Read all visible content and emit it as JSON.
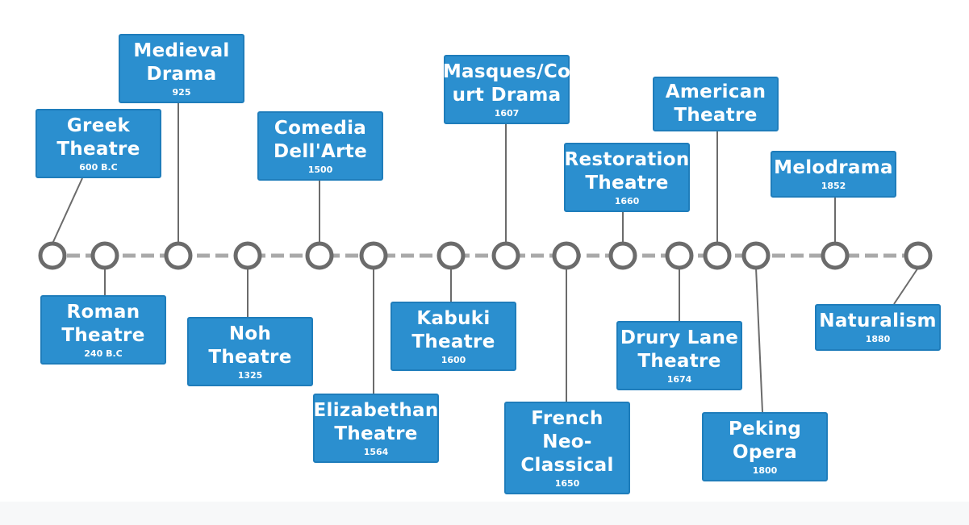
{
  "colors": {
    "box_fill": "#2b8fcf",
    "box_border": "#1f7dbb",
    "connector": "#6b6b6b",
    "axis": "#a9a9a9",
    "node_stroke": "#6b6b6b",
    "node_fill": "#ffffff",
    "text": "#ffffff"
  },
  "events": [
    {
      "id": "greek-theatre",
      "title": "Greek\nTheatre",
      "date": "600 B.C"
    },
    {
      "id": "roman-theatre",
      "title": "Roman\nTheatre",
      "date": "240 B.C"
    },
    {
      "id": "medieval-drama",
      "title": "Medieval\nDrama",
      "date": "925"
    },
    {
      "id": "noh-theatre",
      "title": "Noh\nTheatre",
      "date": "1325"
    },
    {
      "id": "comedia-dellarte",
      "title": "Comedia\nDell'Arte",
      "date": "1500"
    },
    {
      "id": "elizabethan-theatre",
      "title": "Elizabethan\nTheatre",
      "date": "1564"
    },
    {
      "id": "kabuki-theatre",
      "title": "Kabuki\nTheatre",
      "date": "1600"
    },
    {
      "id": "masques-court-drama",
      "title": "Masques/Co\nurt Drama",
      "date": "1607"
    },
    {
      "id": "french-neo-classical",
      "title": "French\nNeo-\nClassical",
      "date": "1650"
    },
    {
      "id": "restoration-theatre",
      "title": "Restoration\nTheatre",
      "date": "1660"
    },
    {
      "id": "drury-lane-theatre",
      "title": "Drury Lane\nTheatre",
      "date": "1674"
    },
    {
      "id": "american-theatre",
      "title": "American\nTheatre",
      "date": ""
    },
    {
      "id": "peking-opera",
      "title": "Peking\nOpera",
      "date": "1800"
    },
    {
      "id": "melodrama",
      "title": "Melodrama",
      "date": "1852"
    },
    {
      "id": "naturalism",
      "title": "Naturalism",
      "date": "1880"
    }
  ]
}
